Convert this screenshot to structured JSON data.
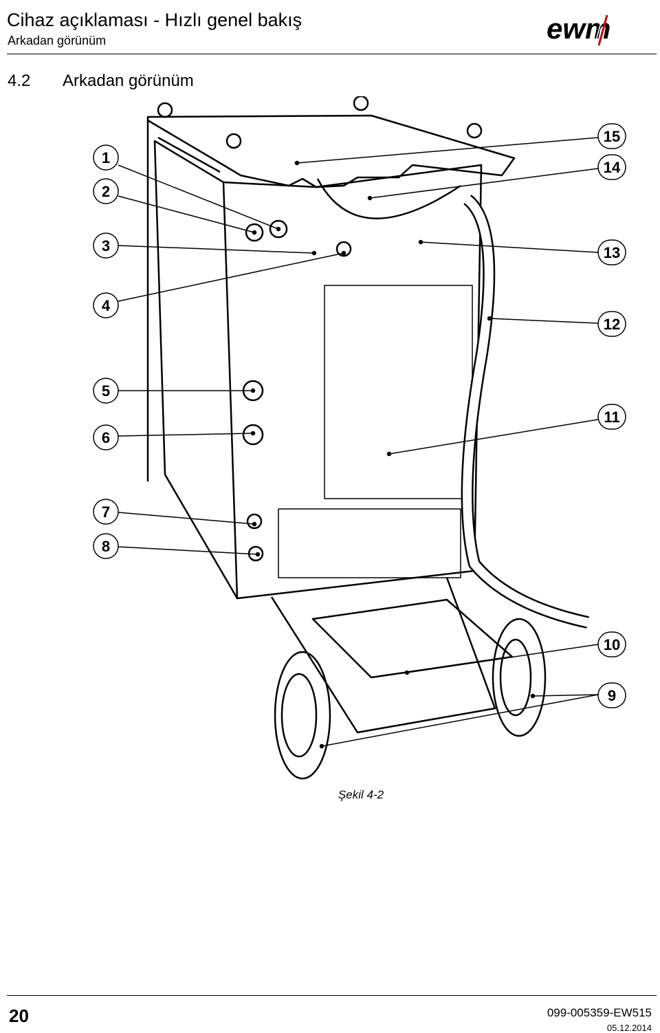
{
  "header": {
    "title": "Cihaz açıklaması - Hızlı genel bakış",
    "subtitle": "Arkadan görünüm",
    "logo_text": "ewm"
  },
  "section": {
    "number": "4.2",
    "title": "Arkadan görünüm"
  },
  "figure": {
    "callouts_left": [
      "1",
      "2",
      "3",
      "4",
      "5",
      "6",
      "7",
      "8"
    ],
    "callouts_right": [
      "15",
      "14",
      "13",
      "12",
      "11",
      "10",
      "9"
    ],
    "caption": "Şekil 4-2"
  },
  "footer": {
    "page_number": "20",
    "doc_number": "099-005359-EW515",
    "date": "05.12.2014"
  },
  "colors": {
    "line": "#000000",
    "logo_accent": "#c00000"
  }
}
